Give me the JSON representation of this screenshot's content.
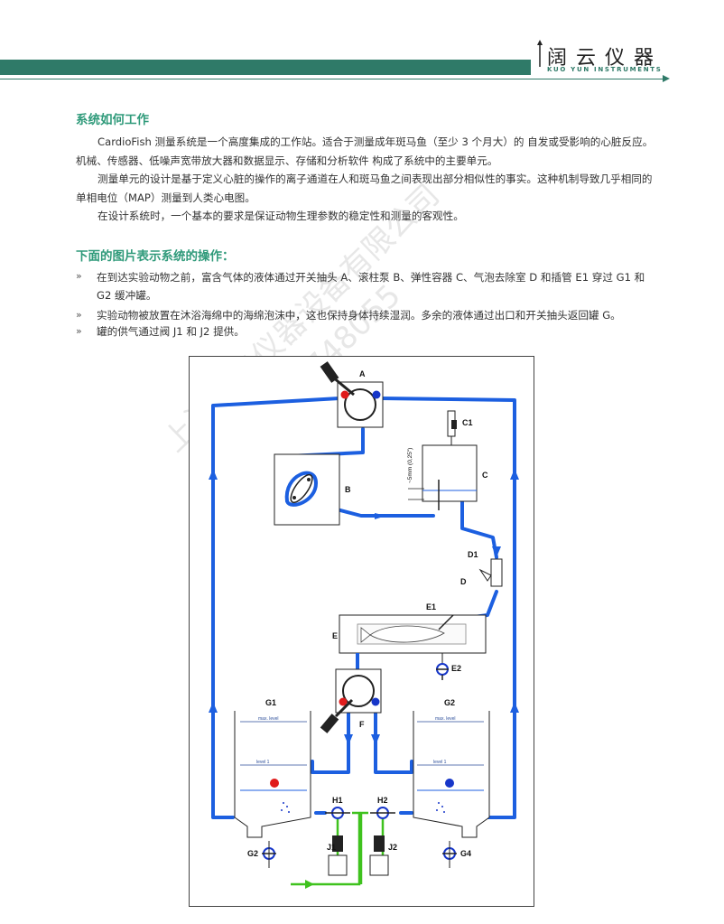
{
  "header": {
    "brand_cn": "阔云仪器",
    "brand_en": "KUO YUN INSTRUMENTS",
    "brand_color": "#2f7a68"
  },
  "section1": {
    "title": "系统如何工作",
    "paragraphs": [
      "CardioFish 测量系统是一个高度集成的工作站。适合于测量成年斑马鱼（至少 3 个月大）的  自发或受影响的心脏反应。机械、传感器、低噪声宽带放大器和数据显示、存储和分析软件 构成了系统中的主要单元。",
      "测量单元的设计是基于定义心脏的操作的离子通道在人和斑马鱼之间表现出部分相似性的事实。这种机制导致几乎相同的单相电位（MAP）测量到人类心电图。",
      "在设计系统时，一个基本的要求是保证动物生理参数的稳定性和测量的客观性。"
    ]
  },
  "section2": {
    "title": "下面的图片表示系统的操作：",
    "bullet_symbol": "»",
    "bullets": [
      "在到达实验动物之前，富含气体的液体通过开关抽头 A、滚柱泵 B、弹性容器 C、气泡去除室 D 和插管 E1 穿过 G1 和 G2 缓冲罐。",
      "实验动物被放置在沐浴海绵中的海绵泡沫中，这也保持身体持续湿润。多余的液体通过出口和开关抽头返回罐 G。",
      "罐的供气通过阀 J1 和 J2 提供。"
    ]
  },
  "watermark": {
    "line1": "上海阔云仪器设备有限公司",
    "line2": "Tel:19916748055"
  },
  "diagram": {
    "labels": {
      "A": "A",
      "B": "B",
      "C": "C",
      "C1": "C1",
      "D": "D",
      "D1": "D1",
      "E": "E",
      "E1": "E1",
      "E2": "E2",
      "F": "F",
      "G1": "G1",
      "G2_tank": "G2",
      "H1": "H1",
      "H2": "H2",
      "J1": "J1",
      "J2": "J2",
      "G2_valve": "G2",
      "G4": "G4"
    },
    "max_level": "max. level",
    "level1": "level 1",
    "height_note": "~5mm (0,25\")",
    "colors": {
      "tube": "#1c5fe0",
      "red": "#e01b1b",
      "blue": "#1636c9",
      "green": "#3fc21e"
    }
  }
}
